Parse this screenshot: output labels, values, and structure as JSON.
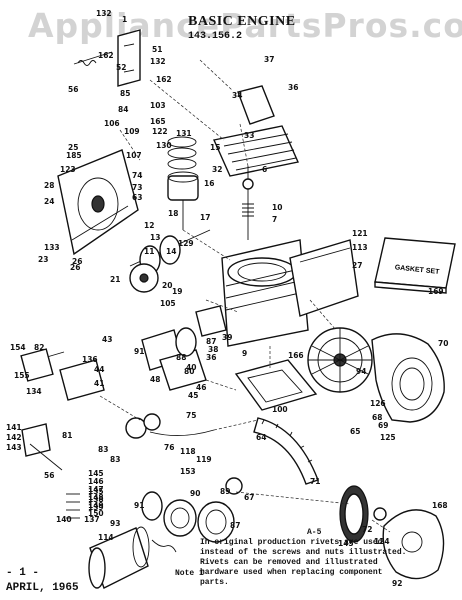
{
  "watermark": "AppliancePartsPros.com",
  "title": "BASIC ENGINE",
  "model": "143.156.2",
  "section_code": "A-5",
  "note_label": "Note 1",
  "note_text": "In original production rivets are used instead of the screws and nuts illustrated. Rivets can be removed and illustrated hardware used when replacing component parts.",
  "page_number": "- 1 -",
  "date": "APRIL, 1965",
  "gasket_set_label": "GASKET SET",
  "callouts": [
    "132",
    "1",
    "51",
    "162",
    "52",
    "132",
    "162",
    "56",
    "85",
    "84",
    "103",
    "165",
    "37",
    "36",
    "25",
    "34",
    "106",
    "109",
    "122",
    "131",
    "33",
    "130",
    "15",
    "185",
    "107",
    "123",
    "26",
    "28",
    "74",
    "73",
    "63",
    "24",
    "32",
    "16",
    "6",
    "10",
    "7",
    "133",
    "23",
    "26",
    "17",
    "18",
    "14",
    "12",
    "13",
    "11",
    "129",
    "121",
    "113",
    "27",
    "169",
    "21",
    "20",
    "19",
    "105",
    "154",
    "82",
    "43",
    "39",
    "91",
    "40",
    "36",
    "38",
    "88",
    "87",
    "70",
    "136",
    "44",
    "41",
    "48",
    "80",
    "46",
    "45",
    "9",
    "166",
    "155",
    "134",
    "75",
    "100",
    "94",
    "68",
    "126",
    "69",
    "125",
    "65",
    "81",
    "83",
    "76",
    "118",
    "64",
    "119",
    "141",
    "142",
    "143",
    "56",
    "145",
    "146",
    "147",
    "148",
    "149",
    "150",
    "153",
    "83",
    "135",
    "138",
    "139",
    "137",
    "140",
    "91",
    "90",
    "89",
    "87",
    "67",
    "71",
    "72",
    "124",
    "168",
    "92",
    "93",
    "114",
    "145"
  ]
}
